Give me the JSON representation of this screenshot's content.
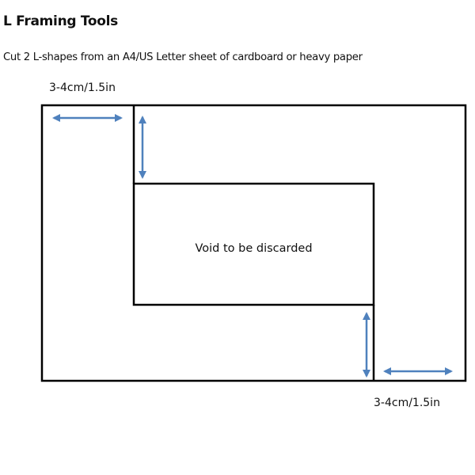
{
  "title": "L Framing Tools",
  "subtitle": "Cut 2 L-shapes from an A4/US Letter sheet of cardboard or heavy paper",
  "diagram": {
    "top_label": "3-4cm/1.5in",
    "bottom_label": "3-4cm/1.5in",
    "void_label": "Void to be discarded",
    "line_color": "#000000",
    "arrow_color": "#4f81bd"
  }
}
